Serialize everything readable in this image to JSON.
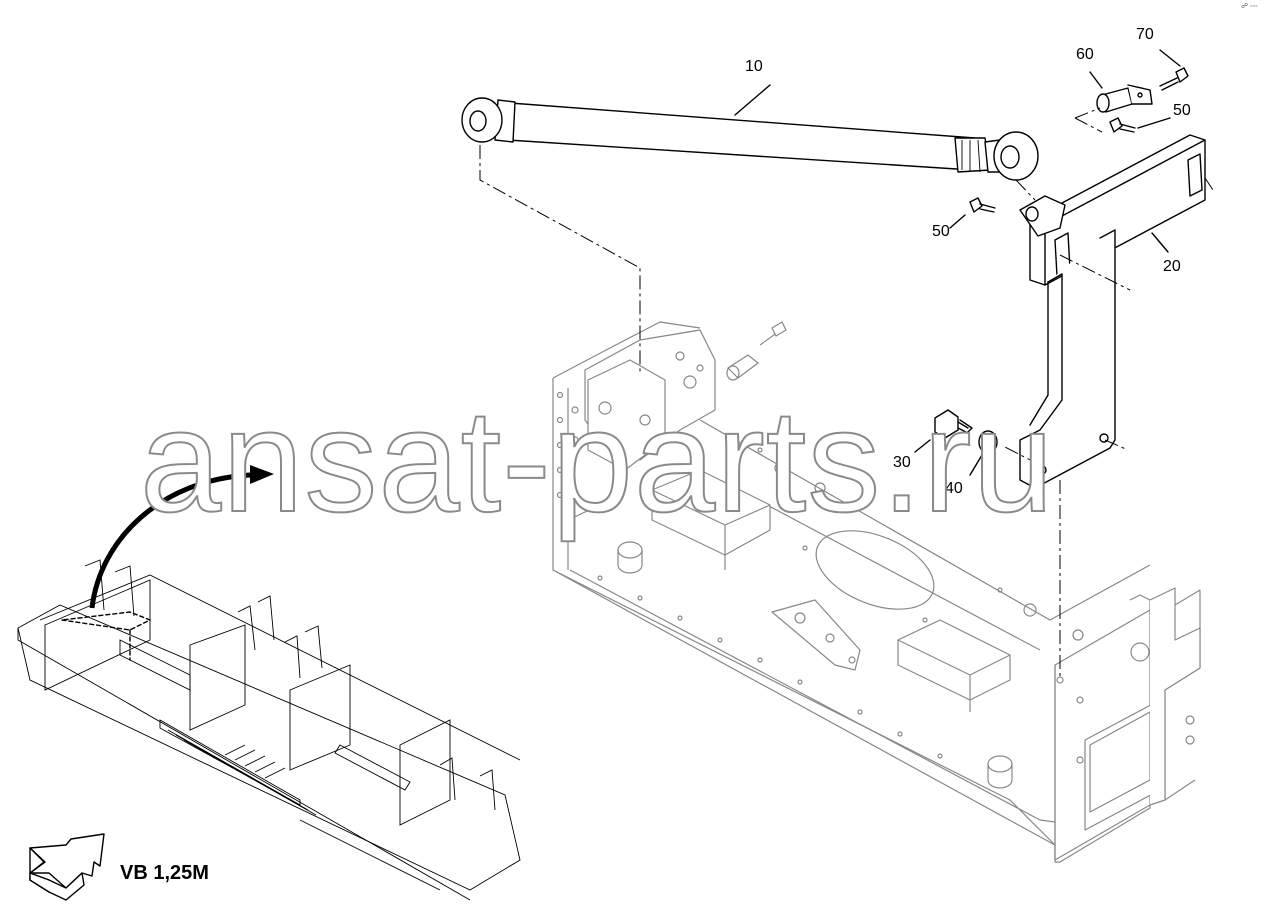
{
  "diagram": {
    "view_label": "VB 1,25M",
    "watermark": "ansat-parts.ru",
    "corner_mark": "☍ ◦◦◦",
    "callouts": [
      {
        "id": "c10",
        "text": "10"
      },
      {
        "id": "c20",
        "text": "20"
      },
      {
        "id": "c30",
        "text": "30"
      },
      {
        "id": "c40",
        "text": "40"
      },
      {
        "id": "c50a",
        "text": "50"
      },
      {
        "id": "c50b",
        "text": "50"
      },
      {
        "id": "c60",
        "text": "60"
      },
      {
        "id": "c70",
        "text": "70"
      }
    ]
  }
}
